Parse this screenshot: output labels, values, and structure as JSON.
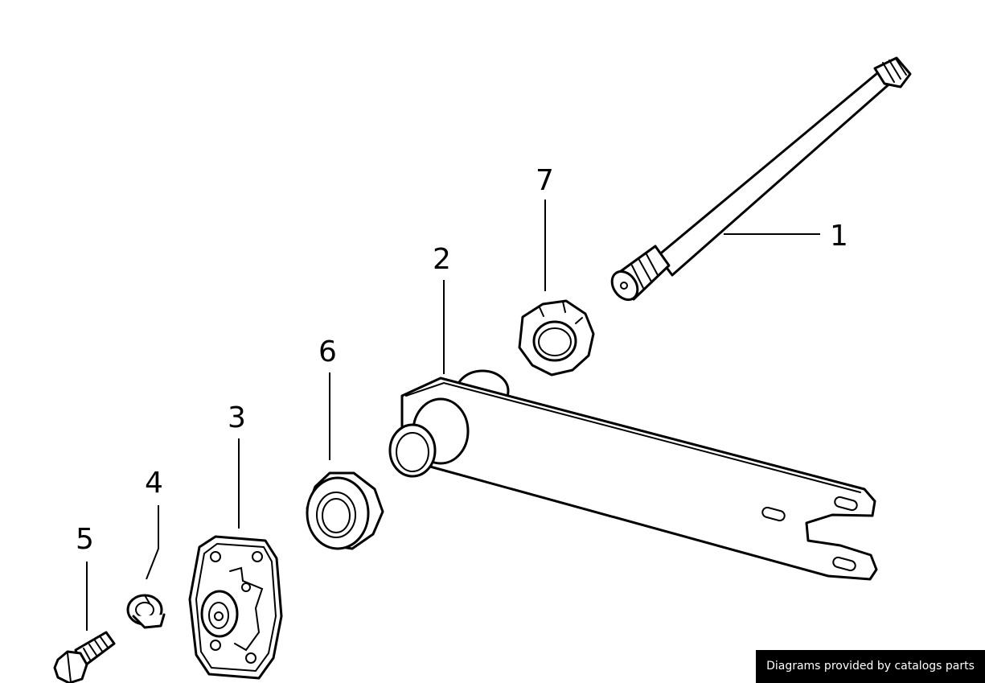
{
  "callouts": {
    "c1": "1",
    "c2": "2",
    "c3": "3",
    "c4": "4",
    "c5": "5",
    "c6": "6",
    "c7": "7"
  },
  "credit": "Diagrams provided by catalogs parts",
  "colors": {
    "ink": "#000000",
    "paper": "#ffffff",
    "credit_bg": "#000000",
    "credit_text": "#ffffff"
  }
}
